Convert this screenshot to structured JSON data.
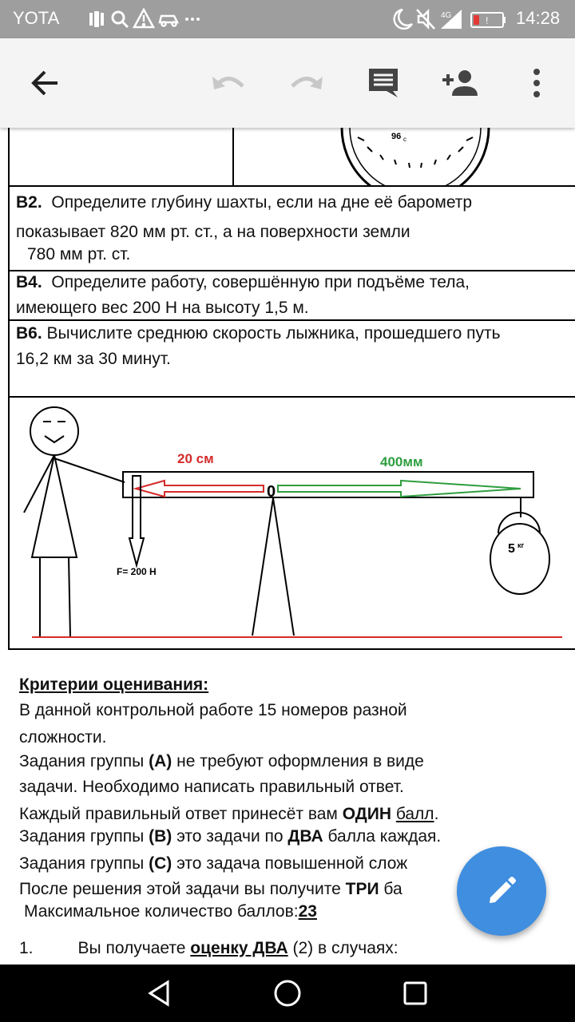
{
  "status_bar": {
    "carrier": "YOTA",
    "network": "4G",
    "time": "14:28"
  },
  "toolbar": {
    "back_icon": "arrow-left-icon",
    "undo_icon": "undo-icon",
    "redo_icon": "redo-icon",
    "comment_icon": "comment-icon",
    "share_icon": "add-person-icon",
    "more_icon": "more-vert-icon"
  },
  "document": {
    "barometer_label": "96",
    "barometer_sub": "c",
    "task_b2_num": "B2.",
    "task_b2_line1": "Определите глубину шахты, если на дне её барометр",
    "task_b2_line2": "показывает 820 мм рт. ст., а на поверхности земли",
    "task_b2_line3": "780 мм рт. ст.",
    "task_b4_num": "B4.",
    "task_b4_line1": "Определите работу, совершённую при подъёме тела,",
    "task_b4_line2": "имеющего вес 200 Н   на высоту 1,5 м.",
    "task_b6_num": "B6.",
    "task_b6_line1": "Вычислите среднюю скорость лыжника, прошедшего путь",
    "task_b6_line2": "16,2 км за 30 минут.",
    "diagram": {
      "left_arm_label": "20 см",
      "right_arm_label": "400мм",
      "pivot_label": "0",
      "weight_label": "5",
      "weight_unit": "кг",
      "force_label": "F= 200 Н",
      "red_color": "#d42b2b",
      "green_color": "#2e9e3e"
    }
  },
  "criteria": {
    "title": "Критерии оценивания:",
    "line1": "В данной контрольной работе 15 номеров разной",
    "line2": "сложности.",
    "line3_a": "Задания группы ",
    "line3_b": "(А)",
    "line3_c": " не требуют оформления в виде",
    "line4": "задачи. Необходимо написать  правильный ответ.",
    "line5_a": "Каждый правильный ответ принесёт вам ",
    "line5_b": "ОДИН",
    "line5_c": "балл",
    "line5_d": ".",
    "line6_a": "Задания группы ",
    "line6_b": "(В)",
    "line6_c": " это задачи по ",
    "line6_d": "ДВА",
    "line6_e": " балла каждая.",
    "line7_a": "Задания группы ",
    "line7_b": "(С)",
    "line7_c": " это задача повышенной слож",
    "line8_a": "После решения этой задачи вы получите ",
    "line8_b": "ТРИ",
    "line8_c": " ба",
    "line9_a": "Максимальное количество баллов:",
    "line9_b": "23",
    "line10_a": "1.",
    "line10_b": "Вы получаете ",
    "line10_c": "оценку  ДВА",
    "line10_d": " (2) в случаях:"
  },
  "fab": {
    "icon": "pencil-icon",
    "color": "#3f8ee0"
  },
  "nav_bar": {
    "back_icon": "nav-back-icon",
    "home_icon": "nav-home-icon",
    "recents_icon": "nav-recents-icon"
  }
}
